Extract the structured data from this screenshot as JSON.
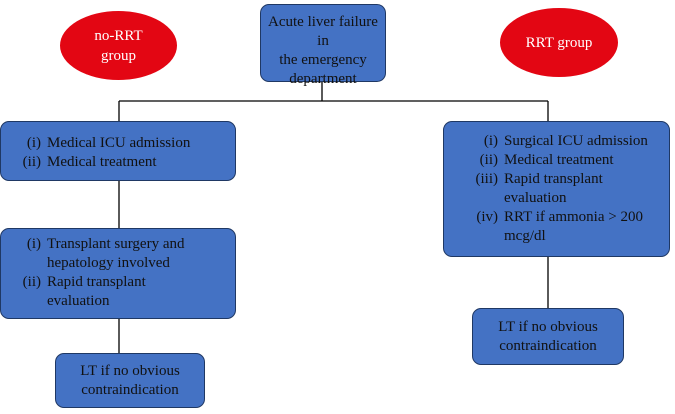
{
  "colors": {
    "box_fill": "#4472c4",
    "box_border": "#1f3864",
    "oval_fill": "#e30613",
    "oval_text": "#ffffff",
    "connector": "#000000"
  },
  "root": {
    "line1": "Acute liver failure in",
    "line2": "the emergency",
    "line3": "department"
  },
  "left_label": {
    "line1": "no-RRT",
    "line2": "group"
  },
  "right_label": "RRT group",
  "left_box1": [
    {
      "num": "(i)",
      "text": "Medical ICU admission"
    },
    {
      "num": "(ii)",
      "text": "Medical treatment"
    }
  ],
  "left_box2": [
    {
      "num": "(i)",
      "line1": "Transplant surgery and",
      "line2": "hepatology involved"
    },
    {
      "num": "(ii)",
      "line1": "Rapid transplant",
      "line2": "evaluation"
    }
  ],
  "left_box3": {
    "line1": "LT if no obvious",
    "line2": "contraindication"
  },
  "right_box1": [
    {
      "num": "(i)",
      "line1": "Surgical ICU admission"
    },
    {
      "num": "(ii)",
      "line1": "Medical treatment"
    },
    {
      "num": "(iii)",
      "line1": "Rapid transplant",
      "line2": "evaluation"
    },
    {
      "num": "(iv)",
      "line1": "RRT if ammonia > 200",
      "line2": "mcg/dl"
    }
  ],
  "right_box2": {
    "line1": "LT if no obvious",
    "line2": "contraindication"
  }
}
